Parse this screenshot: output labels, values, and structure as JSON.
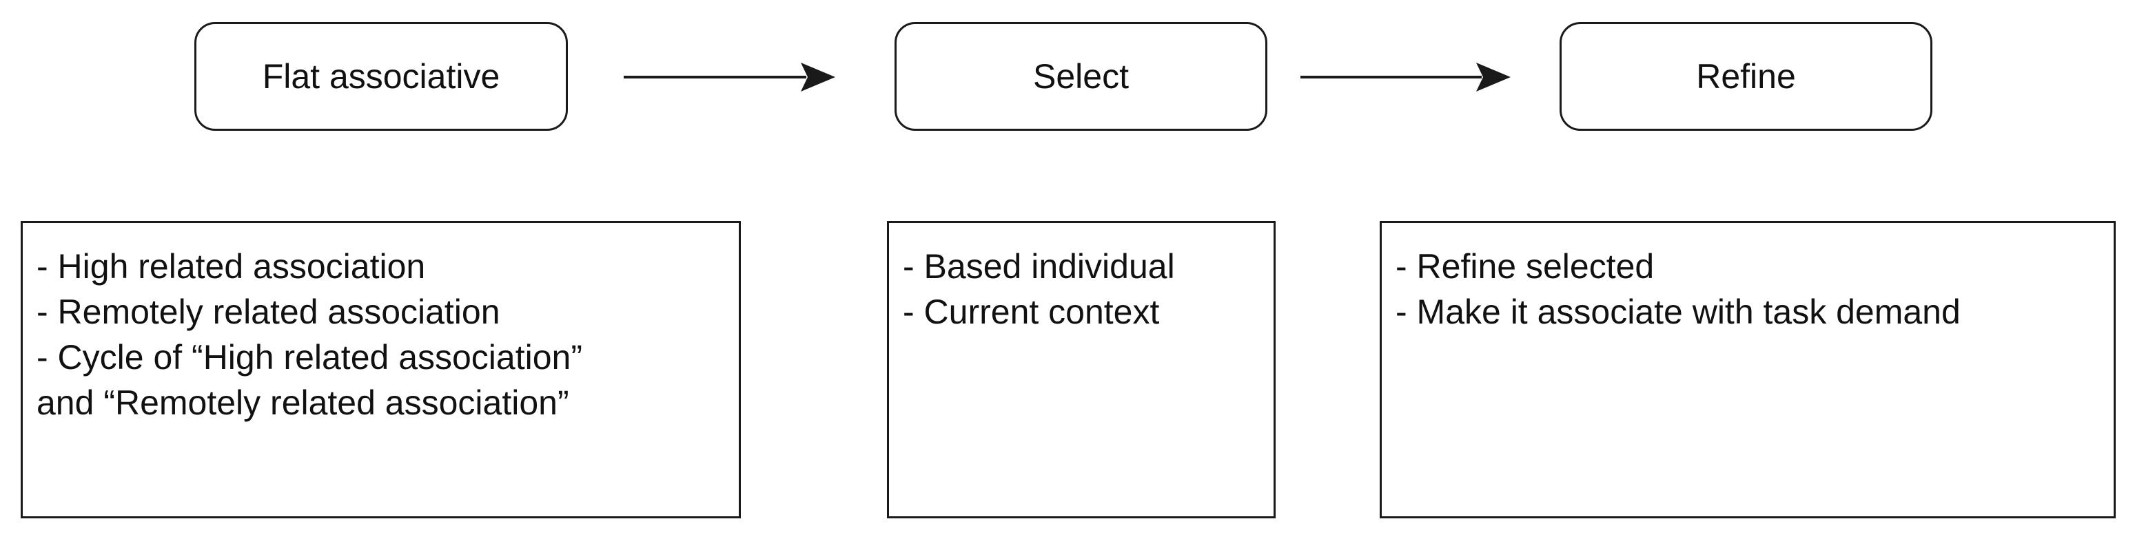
{
  "stages": [
    {
      "label": "Flat associative"
    },
    {
      "label": "Select"
    },
    {
      "label": "Refine"
    }
  ],
  "descriptions": [
    {
      "lines": [
        "- High related association",
        "- Remotely related association",
        "- Cycle of “High related association”",
        "and “Remotely related association”"
      ]
    },
    {
      "lines": [
        "- Based individual",
        "- Current context"
      ]
    },
    {
      "lines": [
        "- Refine selected",
        "- Make it associate with task demand"
      ]
    }
  ],
  "colors": {
    "stroke": "#1a1a1a",
    "background": "#ffffff"
  }
}
